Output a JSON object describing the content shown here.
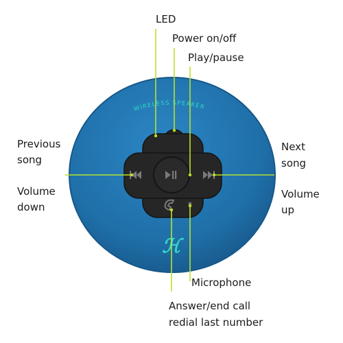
{
  "product": {
    "brand_text": "WIRELESS SPEAKER",
    "colors": {
      "body": "#1f6fa8",
      "body_edge": "#17578a",
      "button": "#262626",
      "leader": "#b9e22a",
      "logo": "#33d6c8"
    }
  },
  "labels": {
    "led": "LED",
    "power": "Power on/off",
    "play": "Play/pause",
    "prev_line1": "Previous",
    "prev_line2": "song",
    "vol_down_line1": "Volume",
    "vol_down_line2": "down",
    "next_line1": "Next",
    "next_line2": "song",
    "vol_up_line1": "Volume",
    "vol_up_line2": "up",
    "microphone": "Microphone",
    "answer_line1": "Answer/end call",
    "answer_line2": "redial last number"
  },
  "icons": {
    "power": "power-icon",
    "play_pause": "play-pause-icon",
    "previous": "rewind-icon",
    "next": "fast-forward-icon",
    "phone": "phone-icon",
    "microphone": "microphone-hole-icon",
    "led": "led-light-icon"
  }
}
